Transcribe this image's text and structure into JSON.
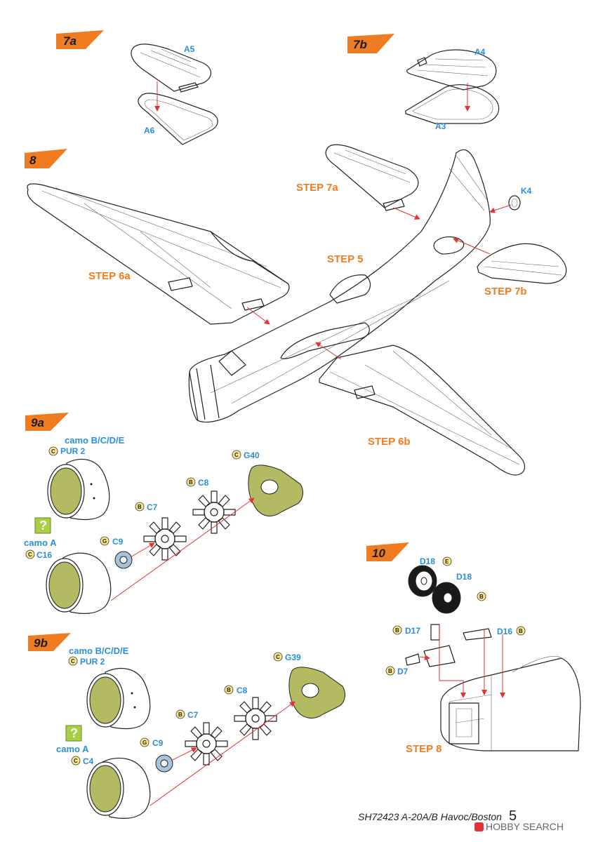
{
  "steps": {
    "s7a": {
      "tag": "7a",
      "parts": {
        "a5": "A5",
        "a6": "A6"
      }
    },
    "s7b": {
      "tag": "7b",
      "parts": {
        "a4": "A4",
        "a3": "A3"
      }
    },
    "s8": {
      "tag": "8",
      "parts": {
        "k4": "K4"
      },
      "refs": {
        "s7a": "STEP 7a",
        "s5": "STEP 5",
        "s6a": "STEP 6a",
        "s7b": "STEP 7b",
        "s6b": "STEP 6b"
      }
    },
    "s9a": {
      "tag": "9a",
      "camo_bcde": "camo B/C/D/E",
      "pur": "PUR 2",
      "camo_a": "camo A",
      "parts": {
        "g40": "G40",
        "c8": "C8",
        "c7": "C7",
        "c9": "C9",
        "c16": "C16"
      },
      "badges": {
        "pur": "C",
        "g40": "C",
        "c8": "B",
        "c7": "B",
        "c9": "G",
        "c16": "C"
      }
    },
    "s9b": {
      "tag": "9b",
      "camo_bcde": "camo B/C/D/E",
      "pur": "PUR 2",
      "camo_a": "camo A",
      "parts": {
        "g39": "G39",
        "c8": "C8",
        "c7": "C7",
        "c9": "C9",
        "c4": "C4"
      },
      "badges": {
        "pur": "C",
        "g39": "C",
        "c8": "B",
        "c7": "B",
        "c9": "G",
        "c4": "C"
      }
    },
    "s10": {
      "tag": "10",
      "parts": {
        "d18a": "D18",
        "d18b": "D18",
        "d17": "D17",
        "d16": "D16",
        "d7": "D7"
      },
      "badges": {
        "d18a": "E",
        "d18b": "B",
        "d17": "B",
        "d16": "B",
        "d7": "B"
      },
      "refs": {
        "s8": "STEP 8"
      }
    }
  },
  "help_icon": {
    "glyph": "?",
    "name": "question-mark-icon"
  },
  "footer": {
    "title": "SH72423 A-20A/B Havoc/Boston",
    "page": "5"
  },
  "watermark": {
    "text": "HOBBY SEARCH"
  },
  "colors": {
    "step_tag": "#f07c22",
    "part_label": "#2a8fd8",
    "step_ref": "#f07c22",
    "arrow": "#e53232",
    "interior_green": "#b4ba62",
    "badge": "#fbe88a",
    "help_box": "#a8cf45"
  }
}
